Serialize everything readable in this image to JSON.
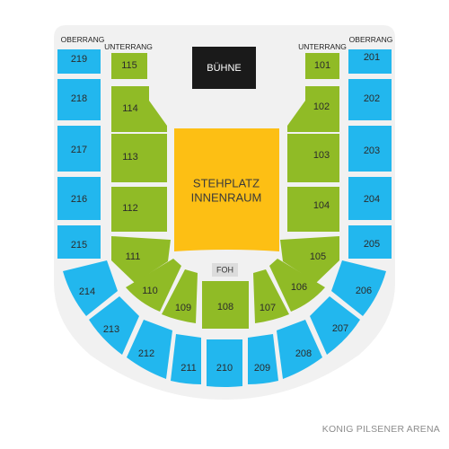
{
  "venue_name": "KONIG PILSENER ARENA",
  "colors": {
    "oberrang": "#22b7ee",
    "unterrang": "#90bb26",
    "floor": "#fdbf14",
    "stage": "#1a1a1a",
    "foh": "#dcdcdc",
    "background_shape": "#f1f1f1"
  },
  "tiers": {
    "oberrang_left": "OBERRANG",
    "unterrang_left": "UNTERRANG",
    "unterrang_right": "UNTERRANG",
    "oberrang_right": "OBERRANG"
  },
  "stage": {
    "label": "BÜHNE"
  },
  "floor": {
    "line1": "STEHPLATZ",
    "line2": "INNENRAUM"
  },
  "foh": {
    "label": "FOH"
  },
  "sections": {
    "unterrang": [
      "101",
      "102",
      "103",
      "104",
      "105",
      "106",
      "107",
      "108",
      "109",
      "110",
      "111",
      "112",
      "113",
      "114",
      "115"
    ],
    "oberrang": [
      "201",
      "202",
      "203",
      "204",
      "205",
      "206",
      "207",
      "208",
      "209",
      "210",
      "211",
      "212",
      "213",
      "214",
      "215",
      "216",
      "217",
      "218",
      "219"
    ]
  }
}
